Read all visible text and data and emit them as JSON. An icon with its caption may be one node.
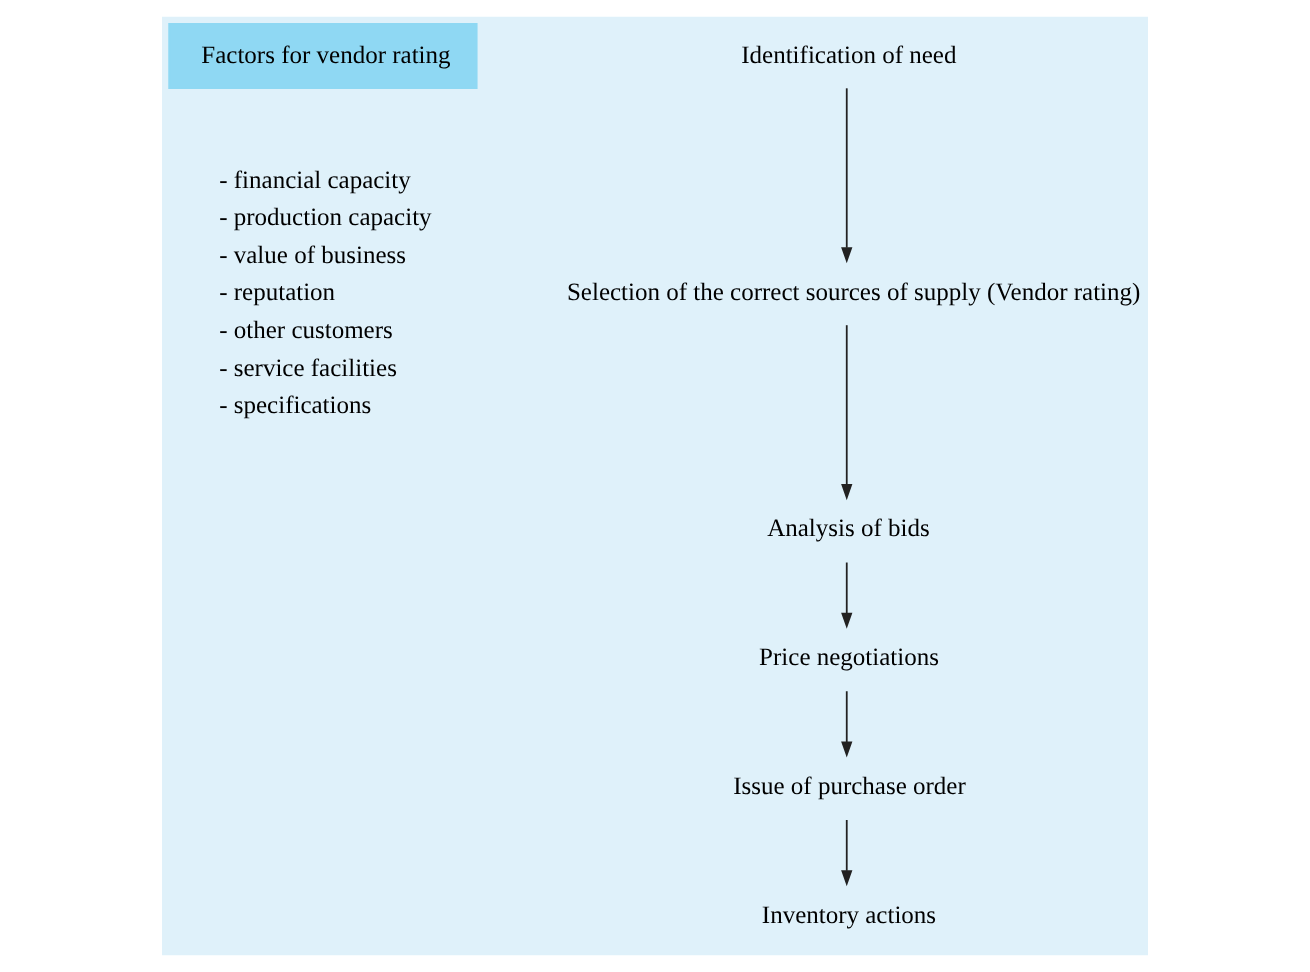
{
  "diagram": {
    "nodes": [
      {
        "text": [
          "Factors for vendor rating"
        ]
      },
      {
        "text": [
          "Identification of need"
        ]
      },
      {
        "text": [
          "Selection of the correct sources of supply (Vendor rating)"
        ]
      },
      {
        "text": [
          "Analysis of bids"
        ]
      },
      {
        "text": [
          "Price negotiations"
        ]
      },
      {
        "text": [
          "Issue of purchase order"
        ]
      },
      {
        "text": [
          "Inventory actions"
        ]
      }
    ],
    "edges": [
      {
        "from": 1,
        "to": 2,
        "arrow": "to"
      },
      {
        "from": 2,
        "to": 3,
        "arrow": "to"
      },
      {
        "from": 3,
        "to": 4,
        "arrow": "to"
      },
      {
        "from": 4,
        "to": 5,
        "arrow": "to"
      },
      {
        "from": 5,
        "to": 6,
        "arrow": "to"
      }
    ],
    "labels": [
      "- financial capacity",
      "- production capacity",
      "- value of business",
      "- reputation",
      "- other customers",
      "- service facilities",
      "- specifications"
    ]
  }
}
